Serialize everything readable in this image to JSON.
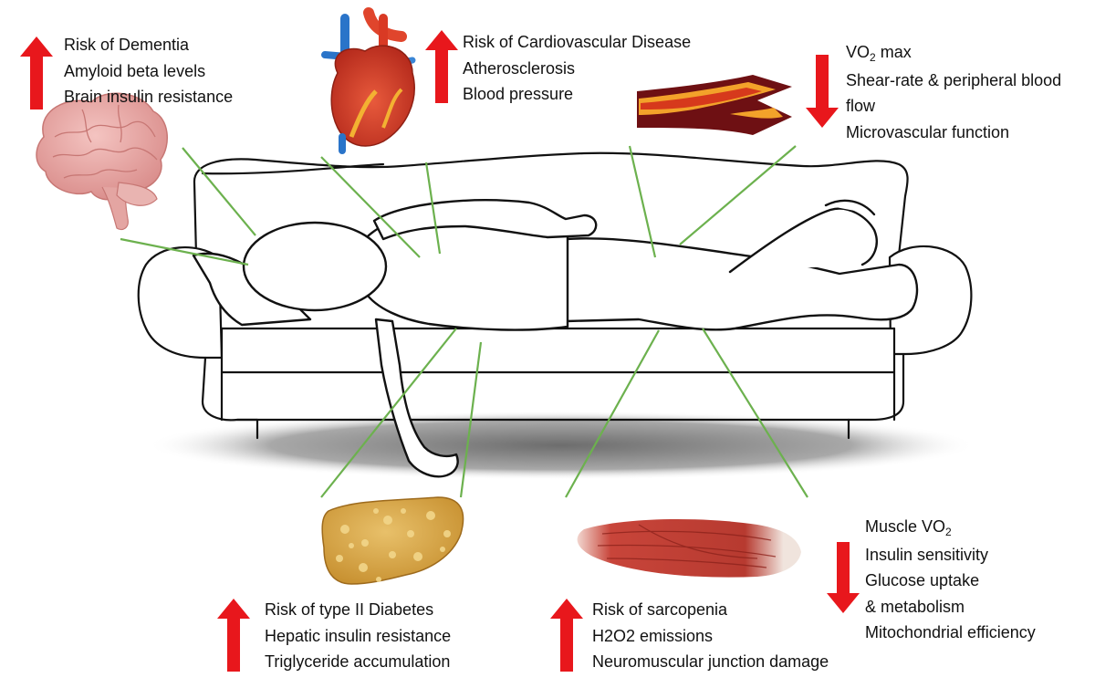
{
  "colors": {
    "increase_arrow": "#e8171c",
    "decrease_arrow": "#e8171c",
    "connector_line": "#6cb14e",
    "outline": "#111111",
    "shadow": "#7a7a7a"
  },
  "icons": {
    "brain": "brain-icon",
    "heart": "heart-icon",
    "artery": "artery-plaque-icon",
    "liver": "fatty-liver-icon",
    "muscle": "muscle-fiber-icon",
    "figure": "person-lying-on-sofa-icon"
  },
  "groups": {
    "brain": {
      "direction": "up",
      "lines": [
        "Risk of Dementia",
        "Amyloid beta levels",
        "Brain insulin resistance"
      ]
    },
    "heart": {
      "direction": "up",
      "lines": [
        "Risk of Cardiovascular Disease",
        "Atherosclerosis",
        "Blood pressure"
      ]
    },
    "vascular": {
      "direction": "down",
      "vo2_main": "VO",
      "vo2_sub": "2",
      "vo2_rest": " max",
      "lines": [
        "Shear-rate & peripheral blood",
        "flow",
        "Microvascular function"
      ]
    },
    "liver": {
      "direction": "up",
      "lines": [
        "Risk of type II Diabetes",
        "Hepatic insulin resistance",
        "Triglyceride accumulation"
      ]
    },
    "sarcopenia": {
      "direction": "up",
      "lines": [
        "Risk of sarcopenia",
        "H2O2 emissions",
        "Neuromuscular junction damage"
      ]
    },
    "muscle": {
      "direction": "down",
      "vo2_main": "Muscle VO",
      "vo2_sub": "2",
      "lines": [
        "Insulin sensitivity",
        "Glucose uptake",
        "& metabolism",
        "Mitochondrial efficiency"
      ]
    }
  }
}
